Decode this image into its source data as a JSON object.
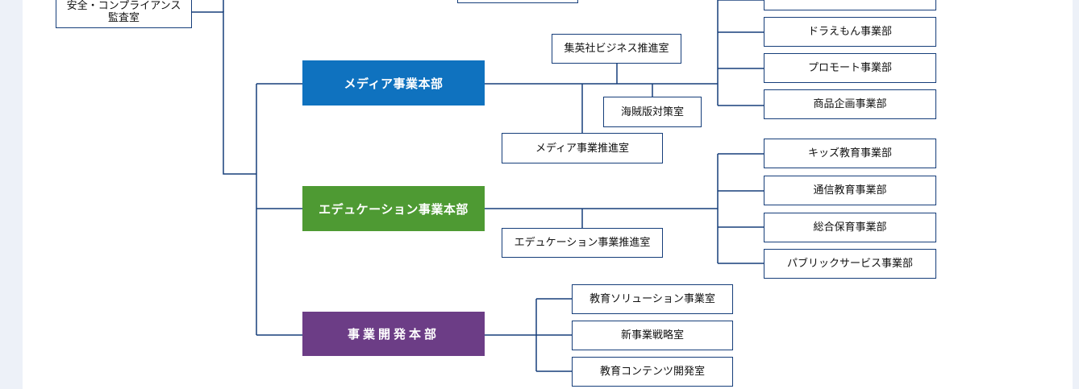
{
  "colors": {
    "line": "#163e7a",
    "media_hq": "#0f72bf",
    "education_hq": "#4e9a33",
    "development_hq": "#6c3d86",
    "page_background": "#edf1f8"
  },
  "top_boxes": {
    "compliance": "安全・コンプライアンス\n監査室"
  },
  "media": {
    "title": "メディア事業本部",
    "shueisha_business": "集英社ビジネス推進室",
    "piracy": "海賊版対策室",
    "promotion_office": "メディア事業推進室",
    "departments": [
      "ドラえもん事業部",
      "プロモート事業部",
      "商品企画事業部"
    ]
  },
  "education": {
    "title": "エデュケーション事業本部",
    "promotion_office": "エデュケーション事業推進室",
    "departments": [
      "キッズ教育事業部",
      "通信教育事業部",
      "総合保育事業部",
      "パブリックサービス事業部"
    ]
  },
  "development": {
    "title": "事業開発本部",
    "offices": [
      "教育ソリューション事業室",
      "新事業戦略室",
      "教育コンテンツ開発室"
    ]
  }
}
